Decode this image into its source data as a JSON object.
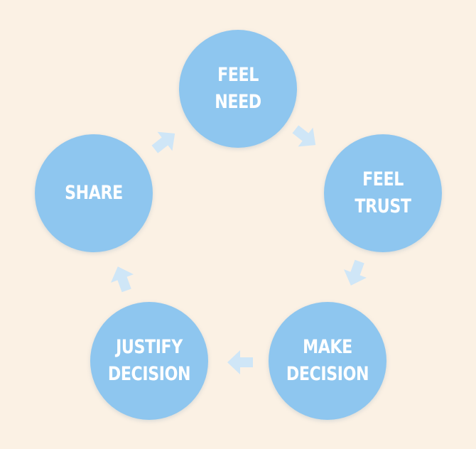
{
  "diagram": {
    "nodes": [
      {
        "id": "feel-need",
        "lines": [
          "FEEL",
          "NEED"
        ]
      },
      {
        "id": "feel-trust",
        "lines": [
          "FEEL",
          "TRUST"
        ]
      },
      {
        "id": "make-decision",
        "lines": [
          "MAKE",
          "DECISION"
        ]
      },
      {
        "id": "justify-decision",
        "lines": [
          "JUSTIFY",
          "DECISION"
        ]
      },
      {
        "id": "share",
        "lines": [
          "SHARE"
        ]
      }
    ],
    "colors": {
      "background": "#fbf1e4",
      "circle": "#8ec6ef",
      "arrow": "#cfe6f7",
      "label": "#ffffff"
    }
  }
}
